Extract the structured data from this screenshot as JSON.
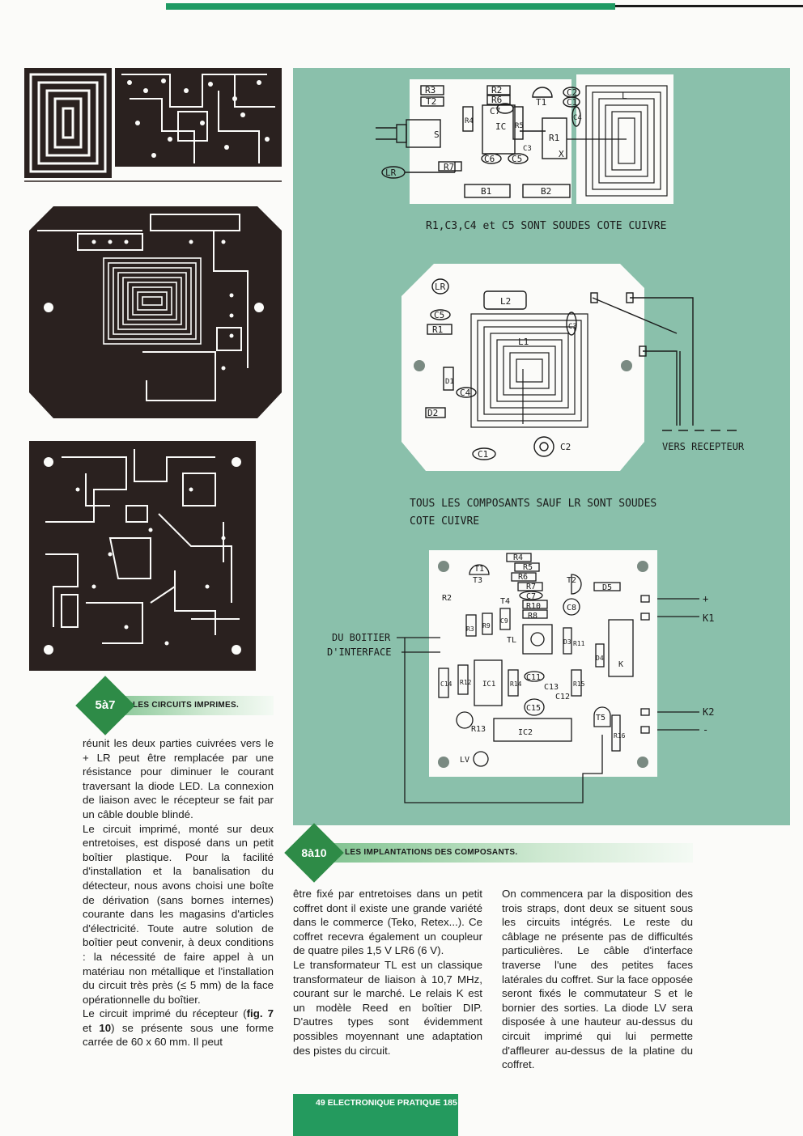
{
  "figures": {
    "fig1_labels": [
      "R3",
      "T2",
      "R2",
      "R6",
      "C2",
      "C1",
      "T1",
      "C7",
      "R4",
      "IC",
      "R5",
      "C3",
      "R1",
      "X",
      "C4",
      "L",
      "S",
      "C6",
      "C5",
      "LR",
      "R7",
      "B1",
      "B2"
    ],
    "fig1_caption": "R1,C3,C4 et C5 SONT SOUDES COTE CUIVRE",
    "fig2_labels": [
      "LR",
      "L2",
      "C5",
      "R1",
      "C3",
      "L1",
      "D1",
      "C4",
      "D2",
      "C1",
      "C2"
    ],
    "fig2_side_label": "VERS RECEPTEUR",
    "fig2_caption_line1": "TOUS LES COMPOSANTS SAUF LR SONT SOUDES",
    "fig2_caption_line2": "COTE CUIVRE",
    "fig3_labels": [
      "R4",
      "T1",
      "R5",
      "R6",
      "T2",
      "D5",
      "T3",
      "R7",
      "R2",
      "T4",
      "C7",
      "R10",
      "C8",
      "R8",
      "R3",
      "R9",
      "C9",
      "TL",
      "D3",
      "R11",
      "D4",
      "K",
      "C14",
      "R12",
      "IC1",
      "R14",
      "C11",
      "C13",
      "C12",
      "R15",
      "C15",
      "T5",
      "R16",
      "R13",
      "IC2",
      "LV"
    ],
    "fig3_left_line1": "DU BOITIER",
    "fig3_left_line2": "D'INTERFACE",
    "fig3_right": [
      "+",
      "K1",
      "K2",
      "-"
    ]
  },
  "captions": {
    "pcb": {
      "badge": "5à7",
      "text": "LES CIRCUITS IMPRIMES."
    },
    "impl": {
      "badge": "8à10",
      "text": "LES IMPLANTATIONS DES COMPOSANTS."
    }
  },
  "article": {
    "col1": [
      "réunit les deux parties cuivrées vers le + LR peut être remplacée par une résistance pour diminuer le courant traversant la diode LED. La connexion de liaison avec le récepteur se fait par un câble double blindé.",
      "Le circuit imprimé, monté sur deux entretoises, est disposé dans un petit boîtier plastique. Pour la facilité d'installation et la banalisation du détecteur, nous avons choisi une boîte de dérivation (sans bornes internes) courante dans les magasins d'articles d'électricité. Toute autre solution de boîtier peut convenir, à deux conditions : la nécessité de faire appel à un matériau non métallique et l'installation du circuit très près (≤ 5 mm) de la face opérationnelle du boîtier."
    ],
    "col1_last_pre": "Le circuit imprimé du récepteur (",
    "col1_last_fig7": "fig. 7",
    "col1_last_mid": " et ",
    "col1_last_fig10": "10",
    "col1_last_post": ") se présente sous une forme carrée de 60 x 60 mm. Il peut",
    "col2": [
      "être fixé par entretoises dans un petit coffret dont il existe une grande variété dans le commerce (Teko, Retex...). Ce coffret recevra également un coupleur de quatre piles 1,5 V LR6 (6 V).",
      "Le transformateur TL est un classique transformateur de liaison à 10,7 MHz, courant sur le marché. Le relais K est un modèle Reed en boîtier DIP. D'autres types sont évidemment possibles moyennant une adaptation des pistes du circuit."
    ],
    "col3": [
      "On commencera par la disposition des trois straps, dont deux se situent sous les circuits intégrés. Le reste du câblage ne présente pas de difficultés particulières. Le câble d'interface traverse l'une des petites faces latérales du coffret. Sur la face opposée seront fixés le commutateur S et le bornier des sorties. La diode LV sera disposée à une hauteur au-dessus du circuit imprimé qui lui permette d'affleurer au-dessus de la platine du coffret."
    ]
  },
  "footer": {
    "text": "49 ELECTRONIQUE PRATIQUE 185"
  },
  "colors": {
    "green": "#1f9a63",
    "panel": "#8ac0ab",
    "copper": "#2a211f"
  }
}
